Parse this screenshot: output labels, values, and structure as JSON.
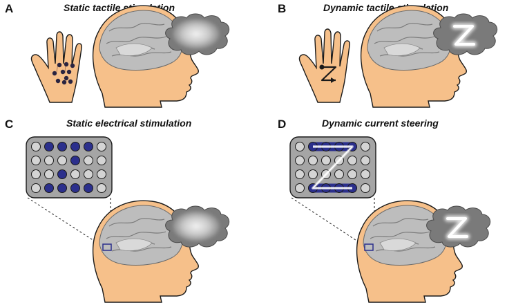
{
  "panels": [
    {
      "letter": "A",
      "title": "Static tactile stimulation"
    },
    {
      "letter": "B",
      "title": "Dynamic tactile stimulation"
    },
    {
      "letter": "C",
      "title": "Static electrical stimulation"
    },
    {
      "letter": "D",
      "title": "Dynamic current steering"
    }
  ],
  "percepts": {
    "static": "blur",
    "dynamic": "Z"
  },
  "colors": {
    "skin": "#f6c08a",
    "skin_outline": "#1a1a1a",
    "brain": "#b5b5b5",
    "cloud": "#7f7f7f",
    "cloud_glow": "#e8e8e8",
    "electrode_active": "#2b2f8c",
    "electrode_inactive": "#d4d4d4",
    "array_fill": "#a5a5a5"
  },
  "electrode_grid": {
    "rows": 4,
    "cols": 6,
    "static_active": [
      [
        0,
        1
      ],
      [
        0,
        2
      ],
      [
        0,
        3
      ],
      [
        0,
        4
      ],
      [
        1,
        3
      ],
      [
        2,
        2
      ],
      [
        3,
        1
      ],
      [
        3,
        2
      ],
      [
        3,
        3
      ],
      [
        3,
        4
      ]
    ],
    "dynamic_path": [
      [
        0,
        1
      ],
      [
        0,
        4
      ],
      [
        3,
        1
      ],
      [
        3,
        4
      ]
    ]
  }
}
